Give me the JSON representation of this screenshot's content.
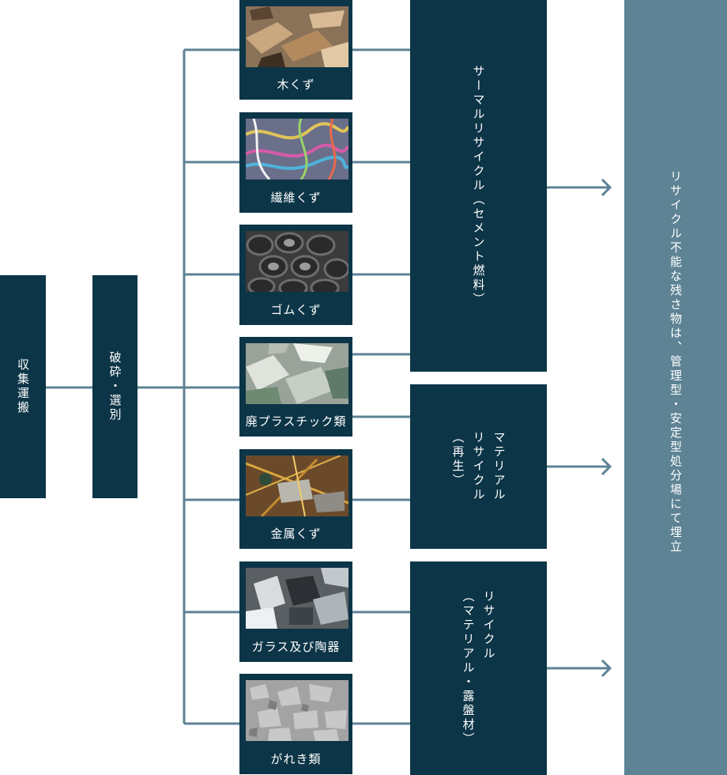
{
  "process": {
    "collect": "収集運搬",
    "crush_sort": "破砕・選別"
  },
  "materials": [
    {
      "label": "木くず",
      "icon": "wood-scraps-photo"
    },
    {
      "label": "繊維くず",
      "icon": "fiber-scraps-photo"
    },
    {
      "label": "ゴムくず",
      "icon": "rubber-tires-photo"
    },
    {
      "label": "廃プラスチック類",
      "icon": "plastic-waste-photo"
    },
    {
      "label": "金属くず",
      "icon": "metal-scraps-photo"
    },
    {
      "label": "ガラス及び陶器",
      "icon": "glass-ceramic-photo"
    },
    {
      "label": "がれき類",
      "icon": "rubble-photo"
    }
  ],
  "recycling": {
    "thermal": "サーマルリサイクル（セメント燃料）",
    "material_line1": "マテリアル",
    "material_line2": "リサイクル",
    "material_line3": "（再生）",
    "recycle_line1": "リサイクル",
    "recycle_line2": "（マテリアル・露盤材）"
  },
  "landfill": "リサイクル不能な残さ物は、管理型・安定型処分場にて埋立",
  "colors": {
    "box_dark": "#0c3547",
    "box_light": "#5d8394",
    "connector": "#5d8394"
  }
}
